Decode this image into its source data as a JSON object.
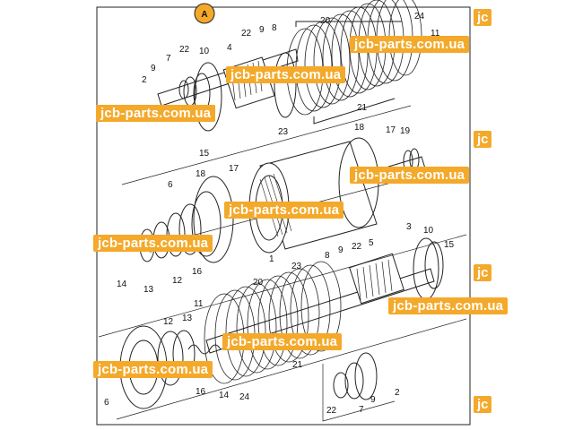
{
  "watermark": "jcb-parts.com.ua",
  "section_badge": "A",
  "upper_clutch_labels": [
    "22",
    "9",
    "8",
    "20",
    "24",
    "11",
    "7",
    "22",
    "10",
    "4",
    "9",
    "2",
    "15",
    "23",
    "21"
  ],
  "middle_drum_labels": [
    "18",
    "17",
    "19",
    "18",
    "17",
    "6",
    "1"
  ],
  "left_piston_labels": [
    "14",
    "13",
    "12",
    "16"
  ],
  "lower_clutch_labels": [
    "3",
    "10",
    "15",
    "8",
    "9",
    "22",
    "5",
    "23",
    "20",
    "11",
    "12",
    "13",
    "21",
    "6",
    "16",
    "14",
    "24",
    "2",
    "9",
    "7",
    "22"
  ],
  "side_fragment": "jc"
}
